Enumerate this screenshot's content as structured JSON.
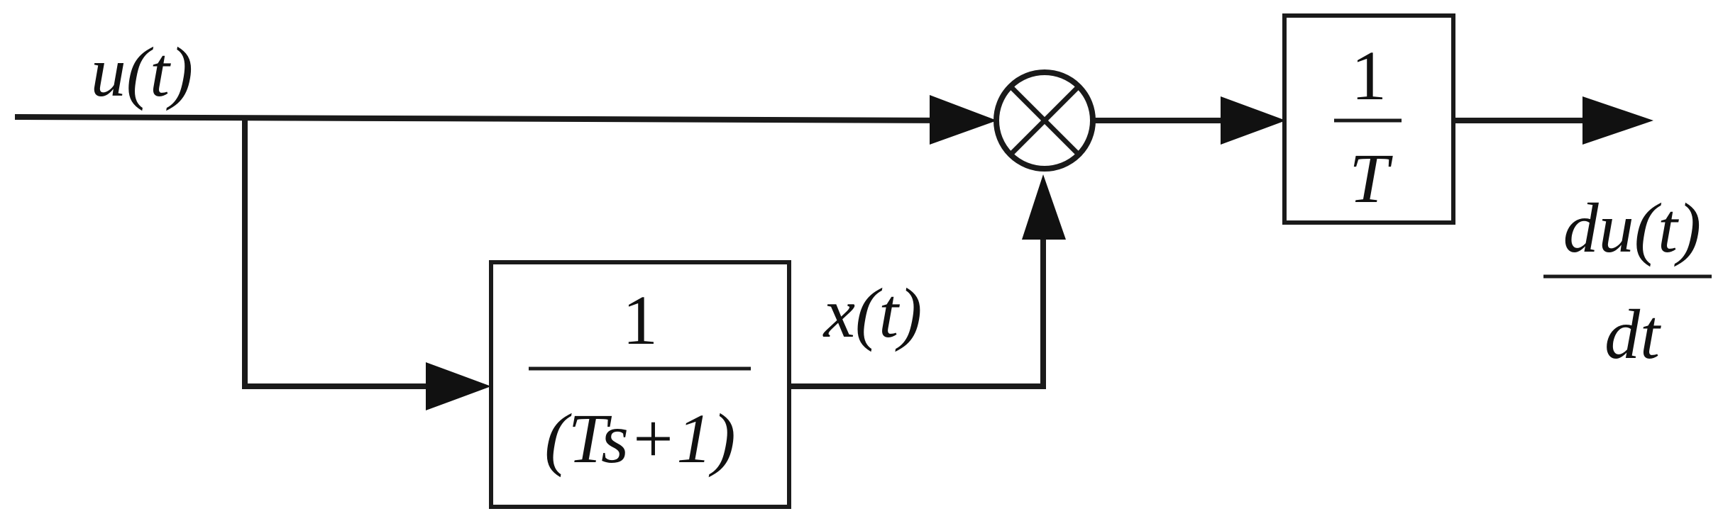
{
  "signals": {
    "input": "u(t)",
    "intermediate": "x(t)",
    "output_numerator": "du(t)",
    "output_denominator": "dt"
  },
  "blocks": {
    "filter": {
      "numerator": "1",
      "denominator": "(Ts+1)"
    },
    "gain": {
      "numerator": "1",
      "denominator": "T"
    }
  }
}
